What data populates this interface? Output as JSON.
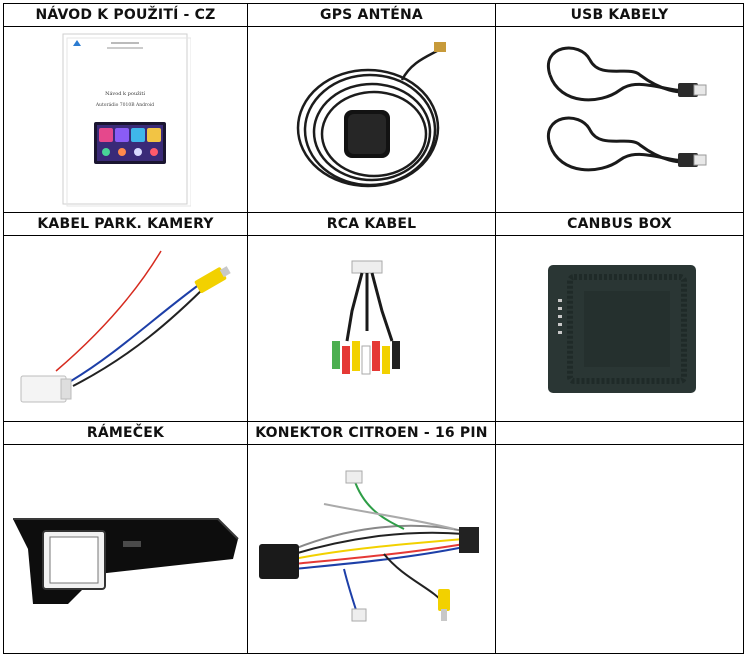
{
  "cells": [
    {
      "label": "NÁVOD K POUŽITÍ - CZ"
    },
    {
      "label": "GPS ANTÉNA"
    },
    {
      "label": "USB KABELY"
    },
    {
      "label": "KABEL PARK. KAMERY"
    },
    {
      "label": "RCA KABEL"
    },
    {
      "label": "CANBUS BOX"
    },
    {
      "label": "RÁMEČEK"
    },
    {
      "label": "KONEKTOR CITROEN - 16 PIN"
    },
    {
      "label": ""
    }
  ],
  "manual": {
    "title": "Návod k použití",
    "subtitle": "Autorádio 7010B Android"
  }
}
